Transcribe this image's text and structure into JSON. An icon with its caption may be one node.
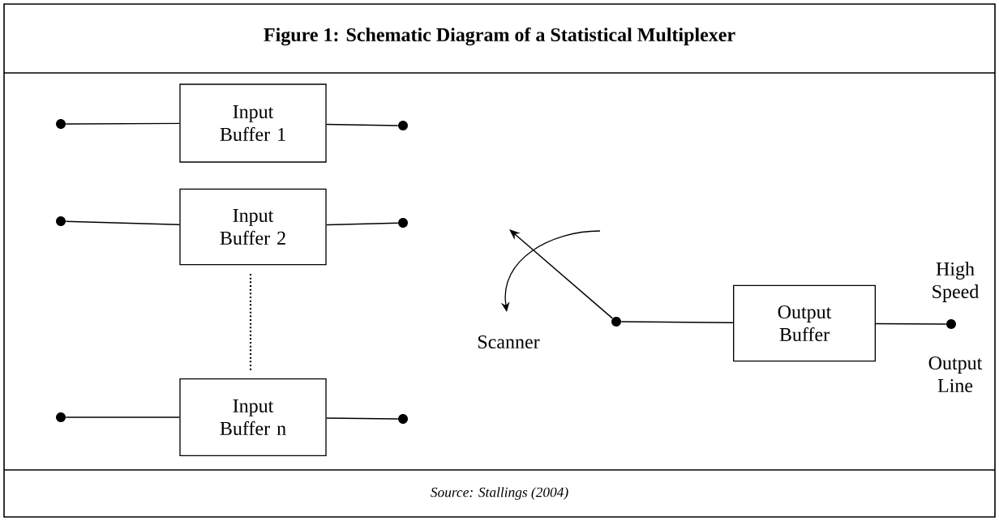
{
  "diagram": {
    "title": "Figure 1: Schematic Diagram of a Statistical Multiplexer",
    "caption": "Source: Stallings (2004)",
    "nodes": [
      {
        "text": [],
        "shape": "circle"
      },
      {
        "text": [
          "Input Buffer 1"
        ]
      },
      {
        "text": [],
        "shape": "circle"
      },
      {
        "text": [],
        "shape": "circle"
      },
      {
        "text": [
          "Input Buffer 2"
        ]
      },
      {
        "text": [],
        "shape": "circle"
      },
      {
        "text": [],
        "shape": "circle"
      },
      {
        "text": [
          "Input Buffer n"
        ]
      },
      {
        "text": [],
        "shape": "circle"
      },
      {
        "text": [],
        "shape": "circle"
      },
      {
        "text": [
          "Output Buffer"
        ]
      },
      {
        "text": [],
        "shape": "circle",
        "beside": [
          "High Speed",
          "Output Line"
        ]
      }
    ],
    "edges": [
      {
        "from": 0,
        "to": 1,
        "arrow": "none"
      },
      {
        "from": 1,
        "to": 2,
        "arrow": "none"
      },
      {
        "from": 3,
        "to": 4,
        "arrow": "none"
      },
      {
        "from": 4,
        "to": 5,
        "arrow": "none"
      },
      {
        "from": 6,
        "to": 7,
        "arrow": "none"
      },
      {
        "from": 7,
        "to": 8,
        "arrow": "none"
      },
      {
        "from": 9,
        "to": null,
        "arrow": "to"
      },
      {
        "from": 9,
        "to": 10,
        "arrow": "none"
      },
      {
        "from": 10,
        "to": 11,
        "arrow": "none"
      }
    ],
    "labels": [
      "Scanner"
    ]
  }
}
